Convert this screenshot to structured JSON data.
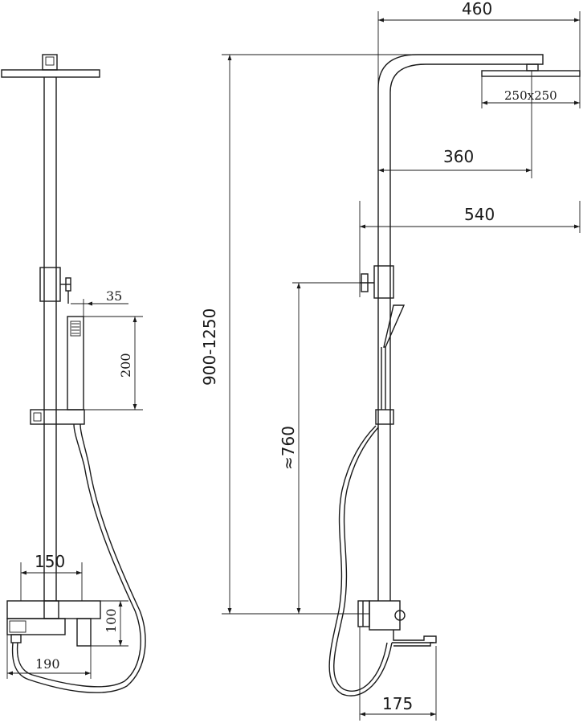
{
  "dimensions": {
    "front_view": {
      "hand_shower_offset": "35",
      "hand_shower_length": "200",
      "mixer_width": "150",
      "mixer_height": "100",
      "mixer_depth": "190"
    },
    "side_view": {
      "overall_width": "460",
      "head_size": "250x250",
      "arm_reach": "360",
      "total_reach": "540",
      "height_range": "900-1250",
      "holder_height": "≈760",
      "spout_length": "175"
    }
  }
}
